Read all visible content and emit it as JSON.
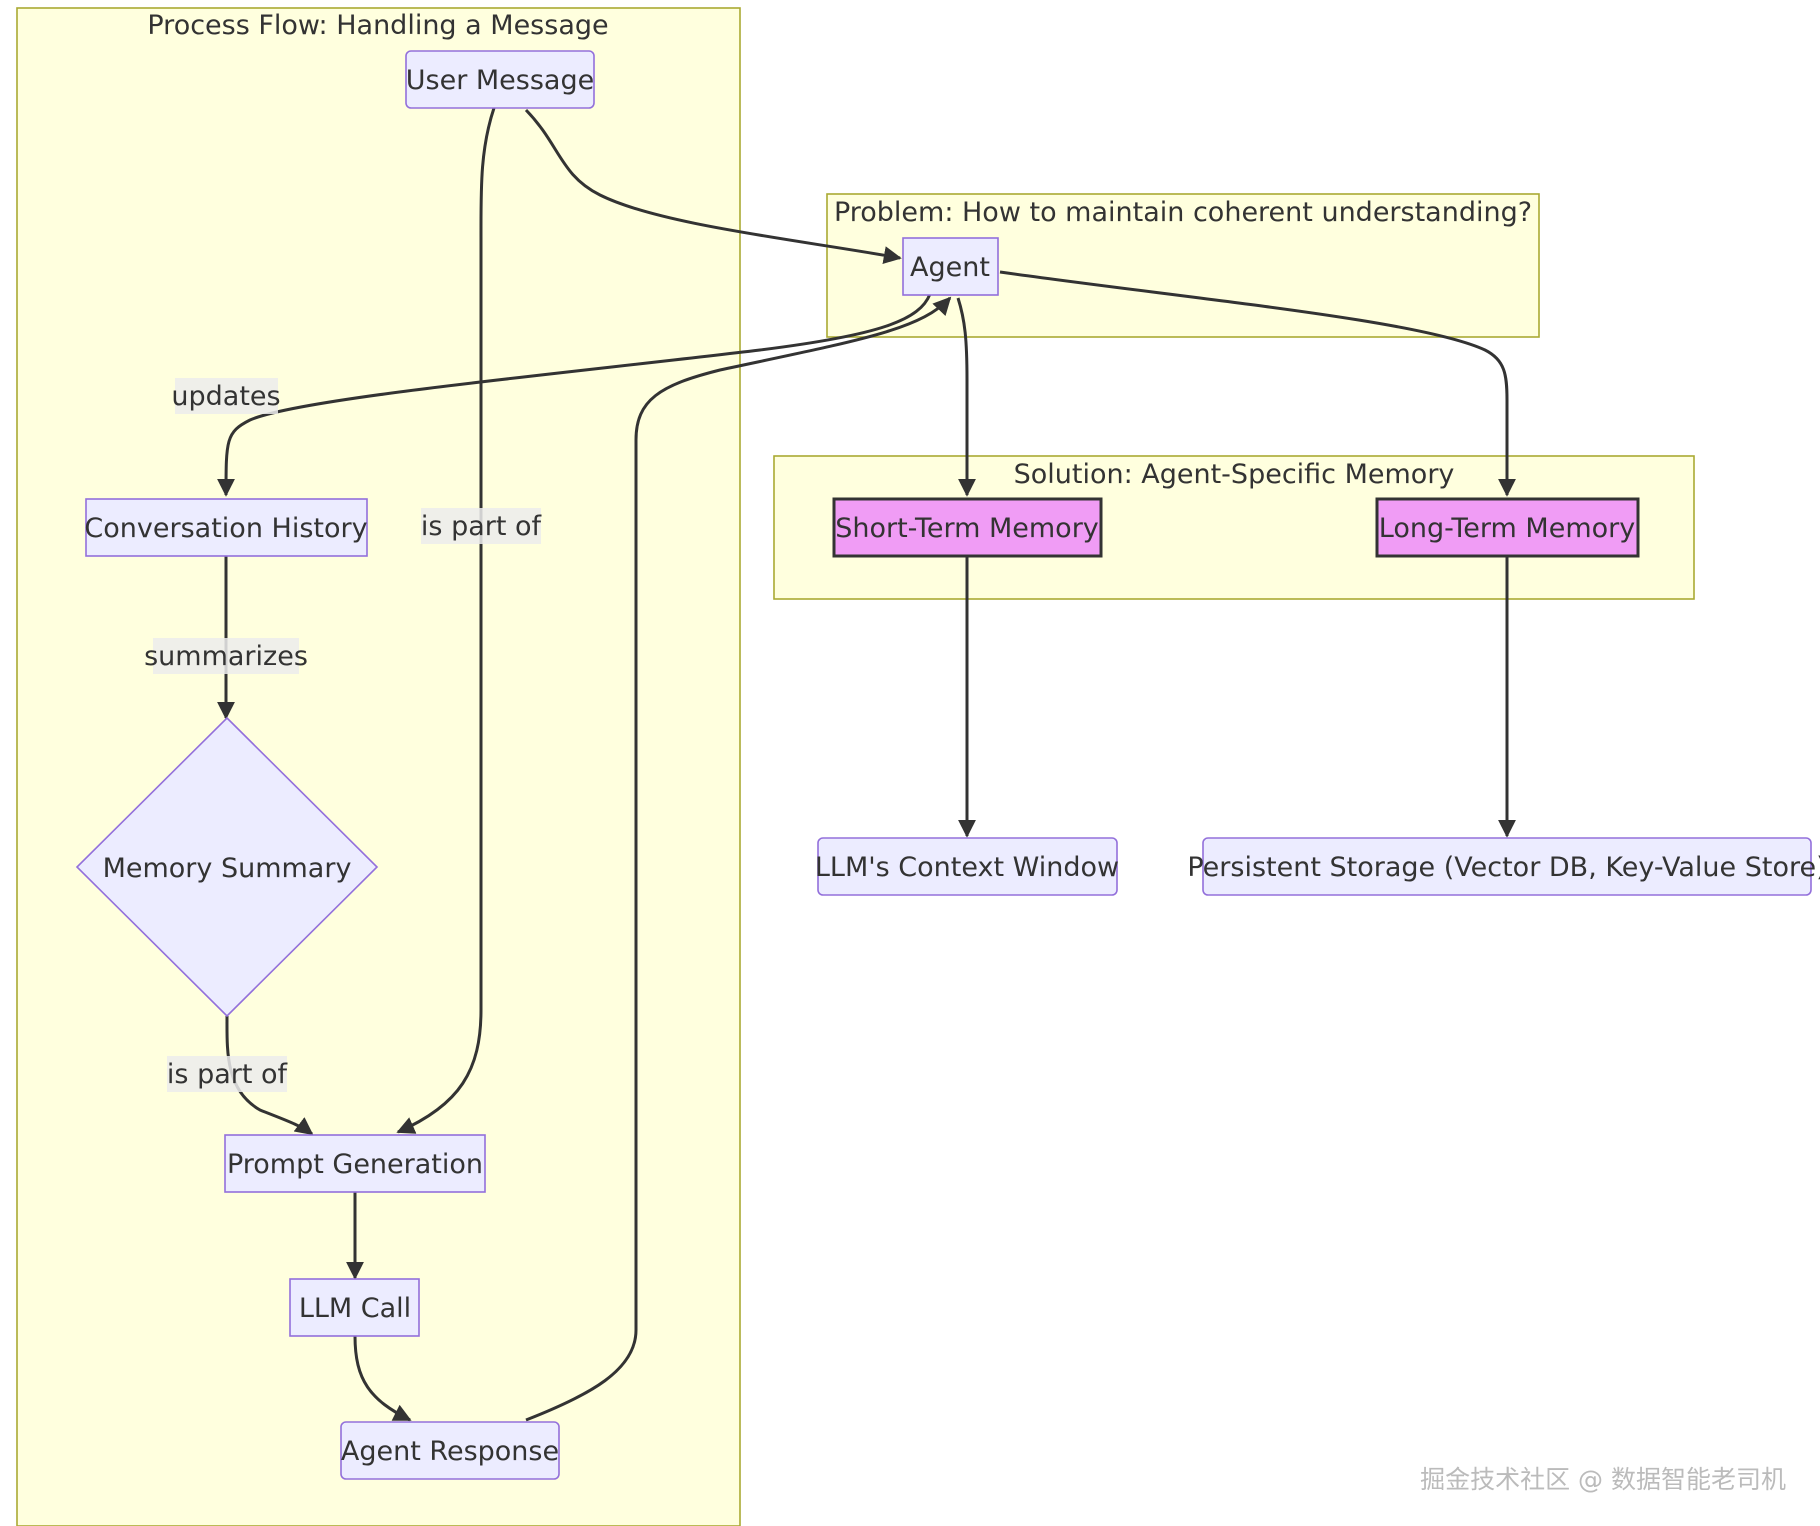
{
  "clusters": {
    "process": {
      "title": "Process Flow: Handling a Message"
    },
    "problem": {
      "title": "Problem: How to maintain coherent understanding?"
    },
    "solution": {
      "title": "Solution: Agent-Specific Memory"
    }
  },
  "nodes": {
    "user_message": "User Message",
    "agent": "Agent",
    "conversation_history": "Conversation History",
    "memory_summary": "Memory Summary",
    "prompt_generation": "Prompt Generation",
    "llm_call": "LLM Call",
    "agent_response": "Agent Response",
    "short_term_memory": "Short-Term Memory",
    "long_term_memory": "Long-Term Memory",
    "context_window": "LLM's Context Window",
    "persistent_storage": "Persistent Storage (Vector DB, Key-Value Store)"
  },
  "edge_labels": {
    "updates": "updates",
    "is_part_of_1": "is part of",
    "summarizes": "summarizes",
    "is_part_of_2": "is part of"
  },
  "colors": {
    "cluster_fill": "#ffffde",
    "cluster_stroke": "#aaaa33",
    "node_fill": "#ececff",
    "node_stroke": "#9370db",
    "memory_fill": "#f09cf5",
    "edge": "#333333"
  },
  "watermark": "掘金技术社区 @ 数据智能老司机"
}
